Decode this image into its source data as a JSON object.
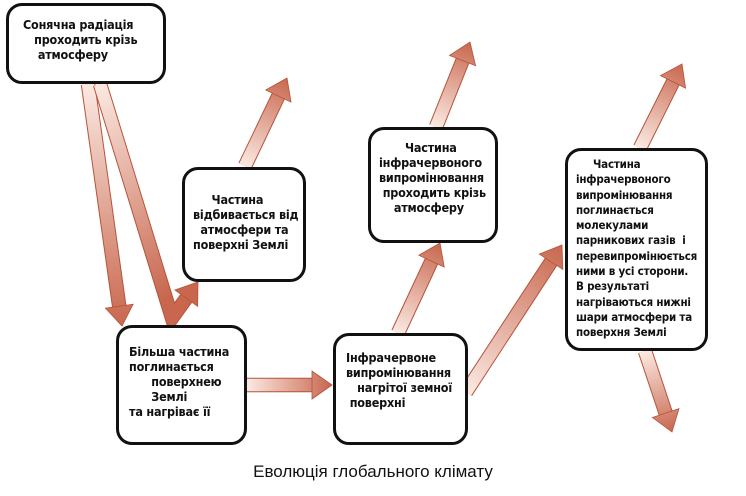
{
  "title": "Еволюція глобального клімату",
  "colors": {
    "arrow_dark": "#c8674e",
    "arrow_light": "#fbe9e2",
    "border": "#111111"
  },
  "boxes": {
    "solar": "Сонячна радіація\n   проходить крізь\n    атмосферу",
    "reflected": "     Частина\nвідбивається від\n  атмосфери та\nповерхні Землі",
    "absorbed": "Більша частина\nпоглинається\n      поверхнею\n      Землі\nта нагріває її",
    "infrared": "Інфрачервоне\nвипромінювання\n   нагрітої земної\n поверхні",
    "passes": "       Частина\nінфрачервоного\nвипромінювання\n проходить крізь\n    атмосферу",
    "greenhouse": "     Частина\nінфрачервоного\nвипромінювання\nпоглинається\nмолекулами\nпарникових газів  і\nперевипромінюється\nними в усі сторони.\nВ результаті\nнагріваються нижні\nшари атмосфери та\nповерхня Землі"
  }
}
